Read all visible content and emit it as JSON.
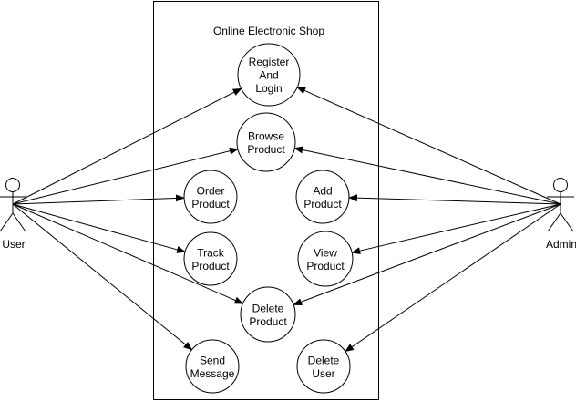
{
  "diagram": {
    "type": "use-case",
    "system_title": "Online Electronic Shop",
    "colors": {
      "stroke": "#000000",
      "fill": "#ffffff",
      "text": "#000000"
    },
    "actors": [
      {
        "id": "user",
        "label": "User"
      },
      {
        "id": "admin",
        "label": "Admin"
      }
    ],
    "use_cases": [
      {
        "id": "register-login",
        "lines": [
          "Register",
          "And",
          "Login"
        ]
      },
      {
        "id": "browse-product",
        "lines": [
          "Browse",
          "Product"
        ]
      },
      {
        "id": "order-product",
        "lines": [
          "Order",
          "Product"
        ]
      },
      {
        "id": "add-product",
        "lines": [
          "Add",
          "Product"
        ]
      },
      {
        "id": "track-product",
        "lines": [
          "Track",
          "Product"
        ]
      },
      {
        "id": "view-product",
        "lines": [
          "View",
          "Product"
        ]
      },
      {
        "id": "delete-product",
        "lines": [
          "Delete",
          "Product"
        ]
      },
      {
        "id": "send-message",
        "lines": [
          "Send",
          "Message"
        ]
      },
      {
        "id": "delete-user",
        "lines": [
          "Delete",
          "User"
        ]
      }
    ],
    "associations": [
      {
        "from": "user",
        "to": "register-login"
      },
      {
        "from": "user",
        "to": "browse-product"
      },
      {
        "from": "user",
        "to": "order-product"
      },
      {
        "from": "user",
        "to": "track-product"
      },
      {
        "from": "user",
        "to": "delete-product"
      },
      {
        "from": "user",
        "to": "send-message"
      },
      {
        "from": "admin",
        "to": "register-login"
      },
      {
        "from": "admin",
        "to": "browse-product"
      },
      {
        "from": "admin",
        "to": "add-product"
      },
      {
        "from": "admin",
        "to": "view-product"
      },
      {
        "from": "admin",
        "to": "delete-product"
      },
      {
        "from": "admin",
        "to": "delete-user"
      }
    ]
  }
}
